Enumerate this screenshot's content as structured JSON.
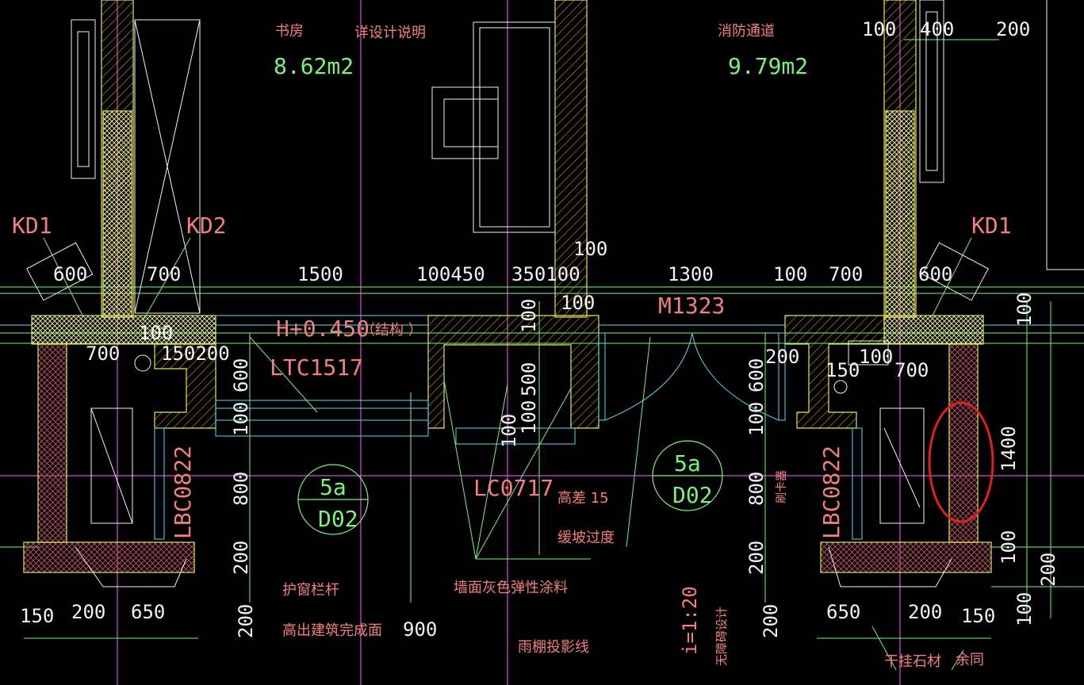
{
  "rooms": {
    "study_name": "书房",
    "study_area": "8.62m2",
    "note_see_design": "详设计说明",
    "fire_passage_name": "消防通道",
    "fire_passage_area": "9.79m2"
  },
  "top_dims": {
    "d100": "100",
    "d400": "400",
    "d200": "200"
  },
  "tags": {
    "kd1_left": "KD1",
    "kd2": "KD2",
    "kd1_right": "KD1",
    "door": "M1323",
    "window_ltc": "LTC1517",
    "window_lc": "LC0717",
    "lbc_left": "LBC0822",
    "lbc_right": "LBC0822",
    "elevation": "H+0.450",
    "elevation_note": "（结构 ）"
  },
  "detail_refs": [
    {
      "top": "5a",
      "bottom": "D02"
    },
    {
      "top": "5a",
      "bottom": "D02"
    }
  ],
  "row_dims": [
    "600",
    "700",
    "1500",
    "100450",
    "350100",
    "1300",
    "100",
    "700",
    "600"
  ],
  "misc_dims": {
    "d100_top": "100",
    "d100_mid": "100",
    "d100_small": "100",
    "d700_left": "700",
    "d150_200": "150200",
    "d200_right": "200",
    "d100_right": "100",
    "d150_right": "150",
    "d700_right": "700",
    "v600a": "600",
    "v100a": "100",
    "v800a": "800",
    "v200a": "200",
    "v200b": "200",
    "v100b": "100",
    "v500": "500",
    "v100c": "100",
    "v100d": "100",
    "v600b": "600",
    "v100e": "100",
    "v800b": "800",
    "v200c": "200",
    "v200d": "200",
    "v100r": "100",
    "v1400": "1400",
    "v100r2": "100",
    "v200r": "200",
    "v100r3": "100",
    "d900": "900"
  },
  "bottom_dims": {
    "left": [
      "150",
      "200",
      "650"
    ],
    "right": [
      "650",
      "200",
      "150"
    ]
  },
  "notes": {
    "height_diff": "高差 15",
    "slope_transition": "缓坡过度",
    "window_rail": "护窗栏杆",
    "above_floor": "高出建筑完成面",
    "wall_paint": "墙面灰色弹性涂料",
    "canopy_line": "雨棚投影线",
    "slope_ratio": "i=1:20",
    "barrier_free": "无障碍设计",
    "stone": "干挂石材",
    "same": "余同",
    "card_reader": "刷卡器"
  },
  "colors": {
    "background": "#000000",
    "wall_outline": "#e6e65a",
    "wall_hatch": "#ff60ff",
    "dim_line": "#7df07d",
    "axis": "#ff60ff",
    "window_line": "#5ad7f0",
    "annotation": "#f08080",
    "highlight_circle": "#e02020",
    "hatch_fill": "#6a2a3a"
  }
}
